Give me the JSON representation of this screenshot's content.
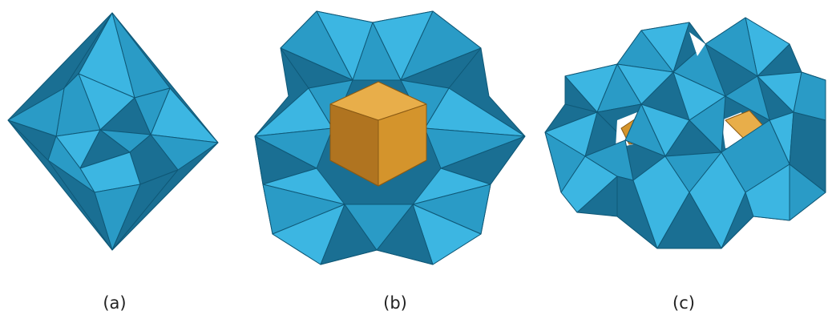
{
  "panels": [
    {
      "id": "a",
      "label": "(a)"
    },
    {
      "id": "b",
      "label": "(b)"
    },
    {
      "id": "c",
      "label": "(c)"
    }
  ],
  "colors": {
    "face_light": "#3cb6e2",
    "face_mid": "#2a9bc6",
    "face_dark": "#1a6f93",
    "edge": "#0f5877",
    "center_light": "#e8ae4a",
    "center_mid": "#d4942c",
    "center_dark": "#b07420"
  }
}
